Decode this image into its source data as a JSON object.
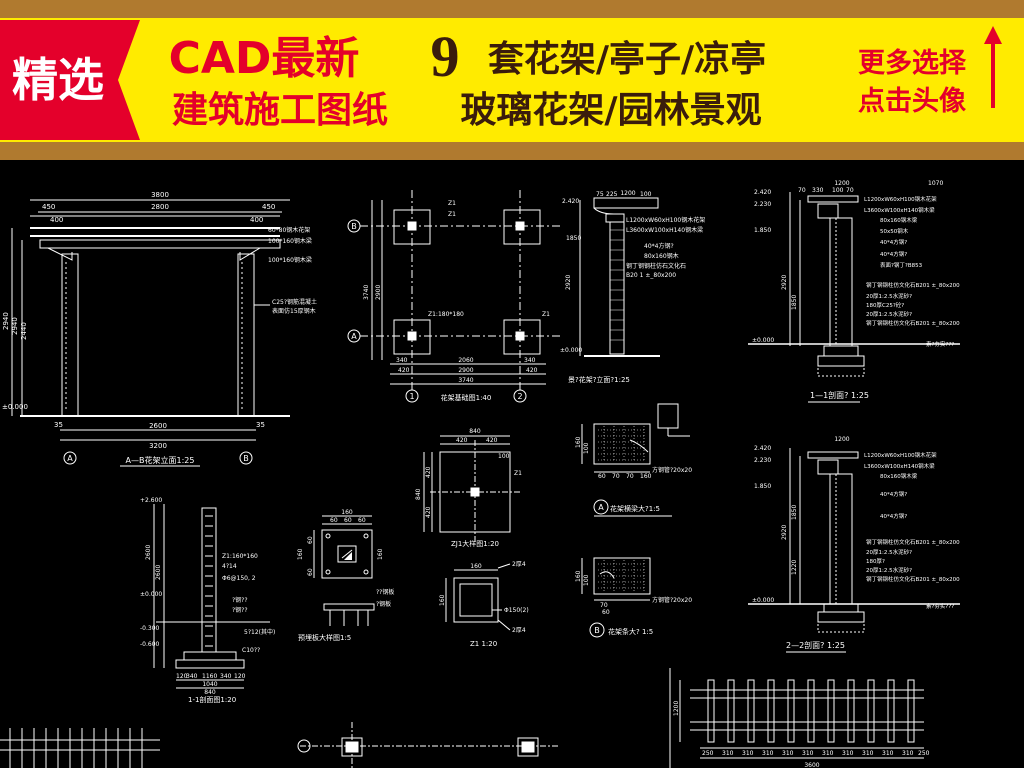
{
  "banner": {
    "badge": "精选",
    "block1_line1": "CAD最新",
    "block1_line2": "建筑施工图纸",
    "block2_number": "9",
    "block2_line1": "套花架/亭子/凉亭",
    "block2_line2": "玻璃花架/园林景观",
    "side_line1": "更多选择",
    "side_line2": "点击头像",
    "colors": {
      "banner_bg": "#FFEB00",
      "stripe": "#B07A2F",
      "badge": "#E4002B",
      "text_red": "#E4002B",
      "text_dark": "#3A1C0C"
    }
  },
  "drawing": {
    "colors": {
      "bg": "#000000",
      "line": "#FFFFFF"
    },
    "front_elevation": {
      "dims_top": [
        "3800",
        "2800",
        "450",
        "450",
        "400",
        "400"
      ],
      "dims_bottom": [
        "2600",
        "3200",
        "35",
        "35"
      ],
      "dims_left": [
        "2940",
        "2440",
        "2940",
        "±0.000"
      ],
      "notes": [
        "60*80钢木花架",
        "100*160钢木梁",
        "100*160钢木梁",
        "C25?钢筋混凝土",
        "表面仿15厚钢木"
      ],
      "axes": [
        "A",
        "B"
      ],
      "caption": "A—B花架立面1:25"
    },
    "foundation_plan": {
      "axes_letters": [
        "B",
        "A"
      ],
      "axes_numbers": [
        "1",
        "2"
      ],
      "dims": [
        "3740",
        "2900",
        "2060",
        "2900",
        "3740",
        "420",
        "420",
        "340",
        "340"
      ],
      "tags": [
        "Z1",
        "Z1",
        "Z1:180*180",
        "Z1"
      ],
      "caption": "花架基础图1:40"
    },
    "side_elevation": {
      "dims": [
        "1200",
        "2.420",
        "1850",
        "2920",
        "±0.000",
        "75",
        "225",
        "100"
      ],
      "notes": [
        "L1200xW60xH100钢木花架",
        "L3600xW100xH140钢木梁",
        "40*4方钢?",
        "80x160钢木",
        "钢丁钢钢柱仿石文化石",
        "B20 1 ±_80x200"
      ],
      "caption": "景?花架?立面?1:25"
    },
    "section_1_1": {
      "dims": [
        "1200",
        "2.420",
        "2.230",
        "1.850",
        "2920",
        "1850",
        "±0.000",
        "70",
        "330",
        "100",
        "70",
        "1070"
      ],
      "notes": [
        "L1200xW60xH100钢木花架",
        "L3600xW100xH140钢木梁",
        "80x160钢木梁",
        "50x50钢木",
        "40*4方钢?",
        "40*4方钢?",
        "表面?钢丁?B853",
        "钢丁钢钢柱仿文化石B201 ±_80x200",
        "20厚1:2.5水泥砂?",
        "180厚C25?砼?",
        "20厚1:2.5水泥砂?",
        "钢丁钢钢柱仿文化石B201 ±_80x200",
        "素?夯实???"
      ],
      "caption": "1—1剖面? 1:25"
    },
    "section_2_2": {
      "dims": [
        "1200",
        "2.420",
        "2.230",
        "1.850",
        "2920",
        "1850",
        "1220",
        "±0.000"
      ],
      "notes": [
        "L1200xW60xH100钢木花架",
        "L3600xW100xH140钢木梁",
        "80x160钢木梁",
        "40*4方钢?",
        "40*4方钢?",
        "钢丁钢钢柱仿文化石B201 ±_80x200",
        "20厚1:2.5水泥砂?",
        "180厚?",
        "20厚1:2.5水泥砂?",
        "钢丁钢钢柱仿文化石B201 ±_80x200",
        "素?夯实???"
      ],
      "caption": "2—2剖面? 1:25"
    },
    "column_detail": {
      "dims": [
        "840",
        "420",
        "420",
        "100",
        "840",
        "420",
        "420"
      ],
      "tags": [
        "Z1"
      ],
      "caption": "ZJ1大样图1:20"
    },
    "beam_detail_a": {
      "dims": [
        "160",
        "100",
        "60",
        "70",
        "70",
        "160"
      ],
      "notes": [
        "方钢管?20x20"
      ],
      "caption": "花架横梁大?1:5",
      "axis": "A"
    },
    "beam_detail_b": {
      "dims": [
        "160",
        "100",
        "70",
        "60"
      ],
      "notes": [
        "方钢管?20x20"
      ],
      "caption": "花架条大? 1:5",
      "axis": "B"
    },
    "z1_section": {
      "dims": [
        "160",
        "160"
      ],
      "notes": [
        "2厚4",
        "Φ150(2)",
        "2厚4"
      ],
      "caption": "Z1 1:20"
    },
    "embed_plate": {
      "dims": [
        "160",
        "160",
        "60",
        "60",
        "60",
        "160",
        "60",
        "60"
      ],
      "notes": [
        "??钢板",
        "?钢板"
      ],
      "caption": "预埋板大样图1:5"
    },
    "section_small": {
      "dims": [
        "+2.600",
        "2600",
        "2600",
        "±0.000",
        "-0.300",
        "-0.600",
        "120",
        "340",
        "1160",
        "340",
        "120",
        "1040",
        "840"
      ],
      "notes": [
        "Z1:160*160",
        "4?14",
        "Φ6@150, 2",
        "?钢??",
        "5?12(其中)",
        "C10??",
        "?钢??"
      ],
      "caption": "1-1剖面图1:20"
    },
    "bottom_plan": {
      "dims": [
        "1200",
        "250",
        "310",
        "310",
        "310",
        "310",
        "310",
        "310",
        "310",
        "310",
        "310",
        "310",
        "250",
        "3600"
      ]
    }
  }
}
